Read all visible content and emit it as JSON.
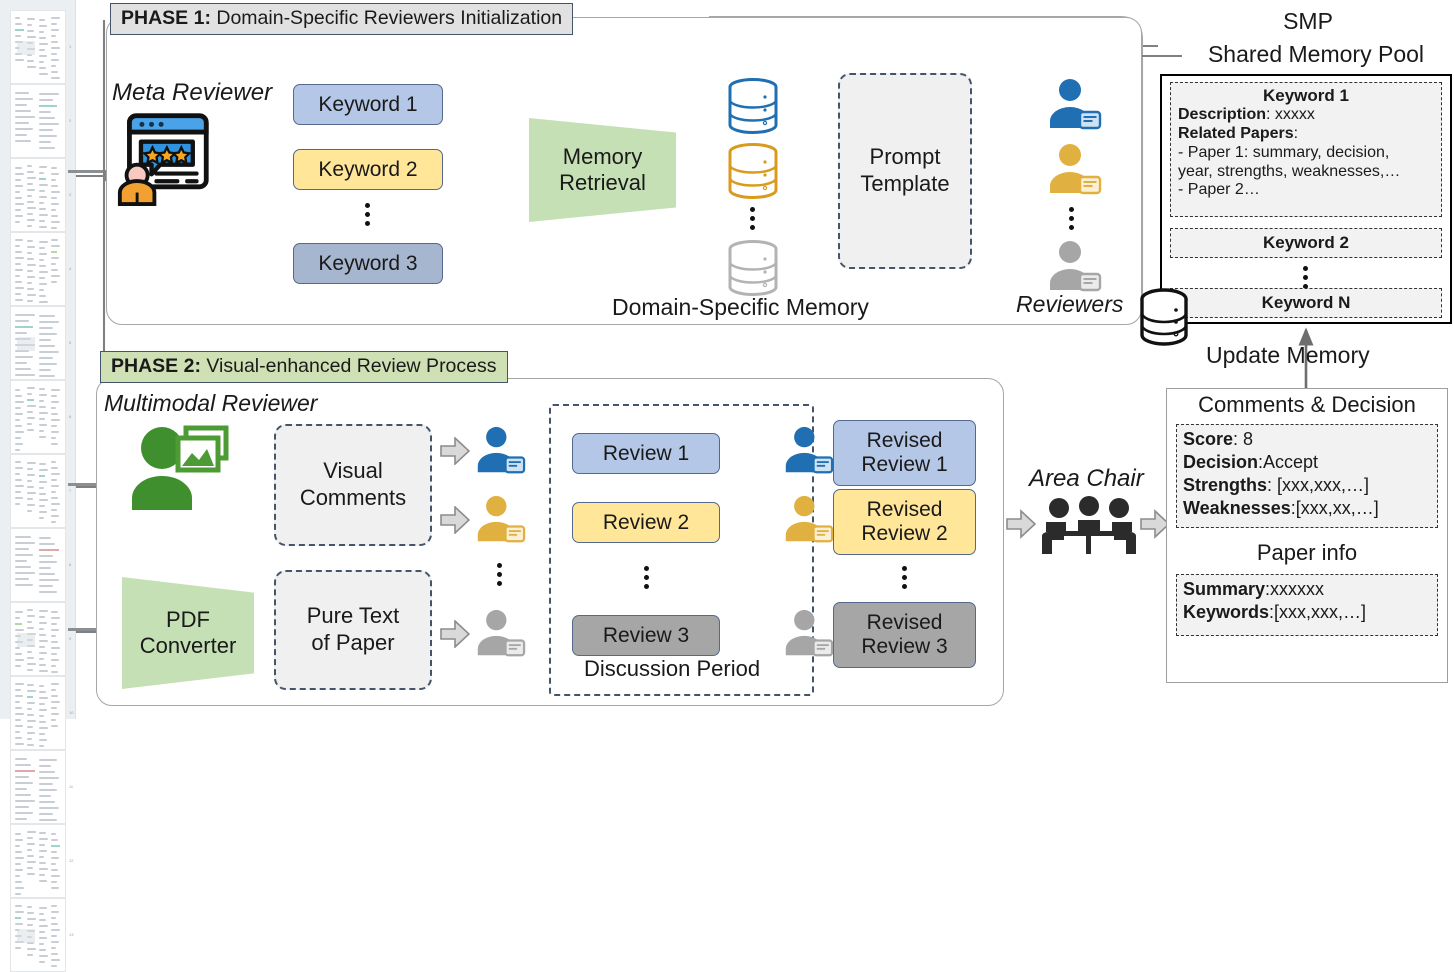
{
  "rail": {
    "page_numbers": [
      "1",
      "2",
      "3",
      "4",
      "5",
      "6",
      "7",
      "8",
      "9",
      "10",
      "11",
      "12",
      "13"
    ]
  },
  "phase1": {
    "tag_bold": "PHASE 1:",
    "tag_rest": " Domain-Specific Reviewers Initialization",
    "meta_reviewer_label": "Meta Reviewer",
    "keywords": [
      "Keyword 1",
      "Keyword 2",
      "Keyword 3"
    ],
    "memory_retrieval": "Memory\nRetrieval",
    "memory_retrieval_l1": "Memory",
    "memory_retrieval_l2": "Retrieval",
    "prompt_template_l1": "Prompt",
    "prompt_template_l2": "Template",
    "domain_memory_label": "Domain-Specific Memory",
    "reviewers_label": "Reviewers"
  },
  "phase2": {
    "tag_bold": "PHASE 2:",
    "tag_rest": " Visual-enhanced Review Process",
    "multimodal_reviewer_label": "Multimodal Reviewer",
    "visual_comments_l1": "Visual",
    "visual_comments_l2": "Comments",
    "pdf_converter_l1": "PDF",
    "pdf_converter_l2": "Converter",
    "pure_text_l1": "Pure Text",
    "pure_text_l2": "of Paper",
    "reviews": [
      "Review 1",
      "Review 2",
      "Review 3"
    ],
    "revised_reviews": [
      {
        "l1": "Revised",
        "l2": "Review 1"
      },
      {
        "l1": "Revised",
        "l2": "Review 2"
      },
      {
        "l1": "Revised",
        "l2": "Review 3"
      }
    ],
    "discussion_period_label": "Discussion Period",
    "area_chair_label": "Area Chair"
  },
  "smp": {
    "abbrev": "SMP",
    "full_name": "Shared Memory Pool",
    "keyword1": {
      "title": "Keyword 1",
      "description_key": "Description",
      "description_val": ": xxxxx",
      "related_key": "Related Papers",
      "related_colon": ":",
      "paper1": "- Paper 1: summary, decision,",
      "paper1b": "year, strengths, weaknesses,…",
      "paper2": "- Paper 2…"
    },
    "keyword2": "Keyword 2",
    "keywordN": "Keyword N",
    "update_memory_label": "Update Memory"
  },
  "comments_decision": {
    "title": "Comments & Decision",
    "score_key": "Score",
    "score_val": ": 8",
    "decision_key": "Decision",
    "decision_val": ":Accept",
    "strengths_key": "Strengths",
    "strengths_val": ": [xxx,xxx,…]",
    "weaknesses_key": "Weaknesses",
    "weaknesses_val": ":[xxx,xx,…]",
    "paper_info_title": "Paper info",
    "summary_key": "Summary",
    "summary_val": ":xxxxxx",
    "keywords_key": "Keywords",
    "keywords_val": ":[xxx,xxx,…]"
  },
  "colors": {
    "blue_light": "#b4c7e7",
    "yellow": "#ffe699",
    "blue_slate": "#a6b6ce",
    "grey": "#a6a6a6",
    "green_light": "#c5e0b4",
    "green_tag": "#cfe0b4",
    "grey_tag": "#e1e1e1",
    "reviewer_blue": "#1f6fb2",
    "reviewer_yellow": "#e0b040",
    "reviewer_grey": "#a6a6a6",
    "connector": "#808080",
    "panel_border": "#a6a6a6",
    "phase_border": "#44546a"
  }
}
